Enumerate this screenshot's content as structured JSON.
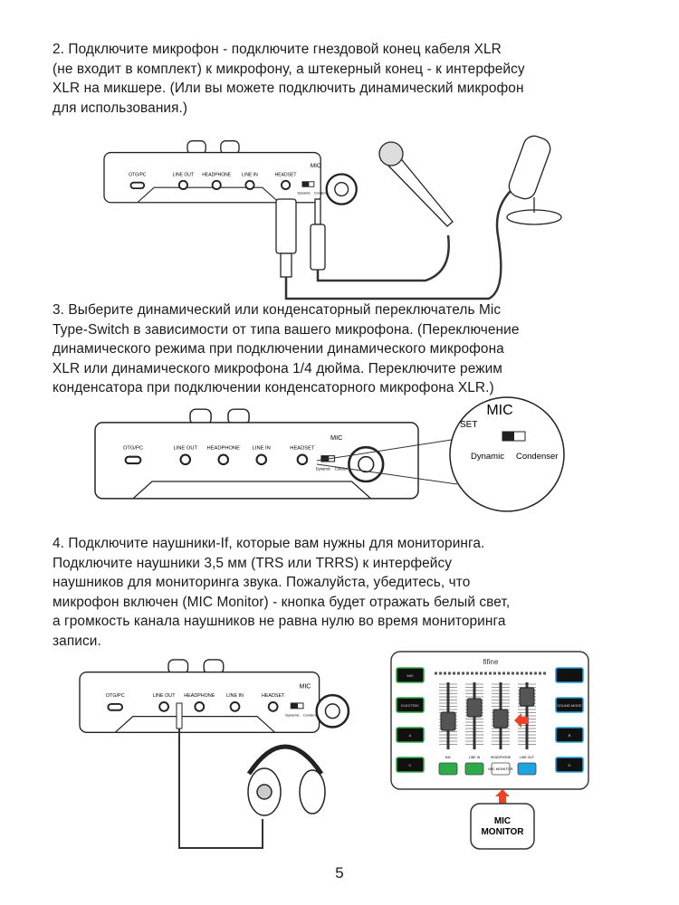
{
  "step2": {
    "lines": [
      "2. Подключите микрофон - подключите гнездовой конец кабеля XLR",
      "(не входит в комплект) к микрофону, а штекерный конец - к интерфейсу",
      "XLR на микшере. (Или вы можете подключить динамический микрофон",
      "для использования.)"
    ]
  },
  "step3": {
    "lines": [
      "3. Выберите динамический или конденсаторный переключатель Mic",
      "Type-Switch в зависимости от типа вашего микрофона. (Переключение",
      "динамического режима при подключении динамического микрофона",
      "XLR или динамического микрофона 1/4 дюйма. Переключите режим",
      "конденсатора при подключении конденсаторного микрофона XLR.)"
    ]
  },
  "step4": {
    "lines": [
      "4. Подключите наушники-If, которые вам нужны для мониторинга.",
      "Подключите наушники 3,5 мм (TRS или TRRS) к интерфейсу",
      "наушников для мониторинга звука. Пожалуйста, убедитесь, что",
      "микрофон включен (MIC Monitor) - кнопка будет отражать белый свет,",
      "а громкость канала наушников не равна нулю во время мониторинга",
      "записи."
    ]
  },
  "device": {
    "ports": [
      "OTG/PC",
      "LINE OUT",
      "HEADPHONE",
      "LINE IN",
      "HEADSET"
    ],
    "mic_label": "MIC",
    "dynamic": "Dynamic",
    "condenser": "Condenser"
  },
  "zoom_callout": {
    "mic_label": "MIC",
    "set_label": "SET",
    "dynamic": "Dynamic",
    "condenser": "Condenser"
  },
  "mixer": {
    "brand": "fifine",
    "left_buttons": [
      "MIX",
      "ELECTRIC",
      "A",
      "C"
    ],
    "right_buttons": [
      "",
      "SOUND MODE",
      "B",
      "D"
    ],
    "channel_labels": [
      "MIC",
      "LINE IN",
      "HEADPHONE",
      "LINE OUT"
    ],
    "mic_monitor_button": "MIC MONITOR",
    "fader_levels": [
      0.45,
      0.7,
      0.5,
      0.9
    ],
    "colors": {
      "green": "#2eaa4a",
      "blue": "#1fa3e0",
      "arrow": "#e8442a",
      "button_border": "#2eaa4a"
    }
  },
  "callout": {
    "label_line1": "MIC",
    "label_line2": "MONITOR"
  },
  "page_number": "5"
}
